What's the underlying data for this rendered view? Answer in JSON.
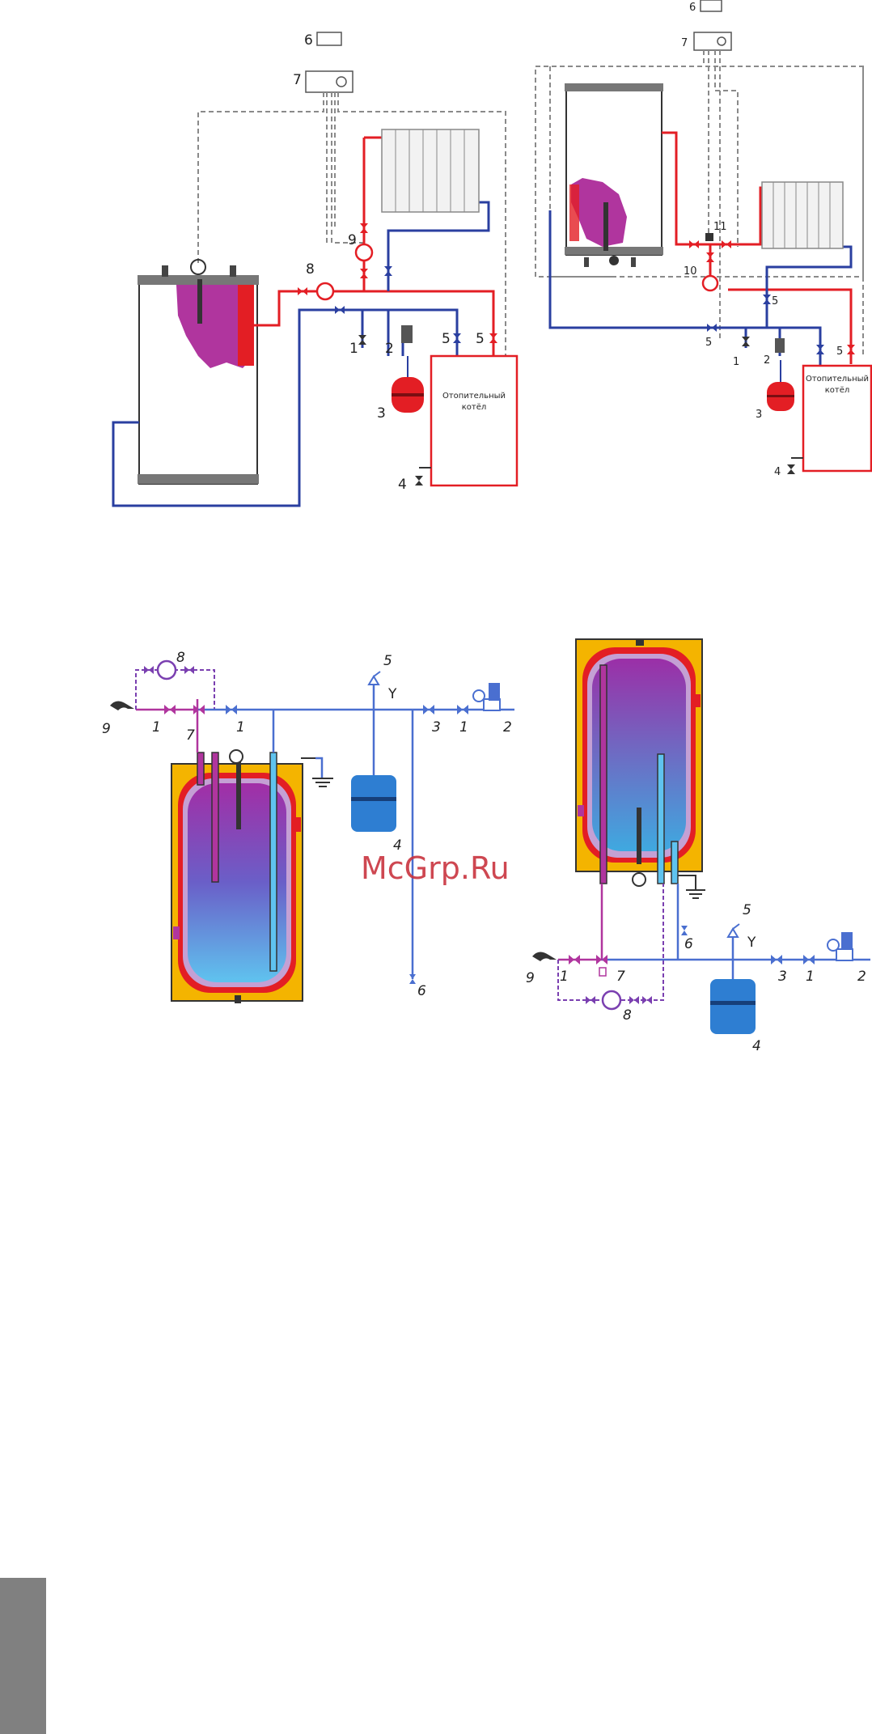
{
  "colors": {
    "hot": "#e31e24",
    "cold": "#2a3fa0",
    "mix": "#b0359e",
    "control": "#8a8a8a",
    "tank_outer": "#f4b400",
    "tank_inner_top": "#9b2fa7",
    "tank_inner_bottom": "#56b4ea",
    "side_tab": "#808080",
    "watermark": "#c9343f"
  },
  "watermark": "McGrp.Ru",
  "scheme1": {
    "labels": [
      "6",
      "7",
      "8",
      "9",
      "1",
      "2",
      "5",
      "5",
      "3",
      "4"
    ],
    "boiler_text": [
      "Отопительный",
      "котёл"
    ]
  },
  "scheme2": {
    "labels": [
      "6",
      "7",
      "11",
      "10",
      "5",
      "5",
      "1",
      "2",
      "5",
      "3",
      "4"
    ],
    "boiler_text": [
      "Отопительный",
      "котёл"
    ]
  },
  "scheme3": {
    "labels": [
      "8",
      "9",
      "1",
      "7",
      "1",
      "5",
      "Y",
      "3",
      "1",
      "2",
      "4",
      "6"
    ]
  },
  "scheme4": {
    "labels": [
      "5",
      "Y",
      "6",
      "9",
      "1",
      "7",
      "3",
      "1",
      "2",
      "8",
      "4"
    ]
  }
}
